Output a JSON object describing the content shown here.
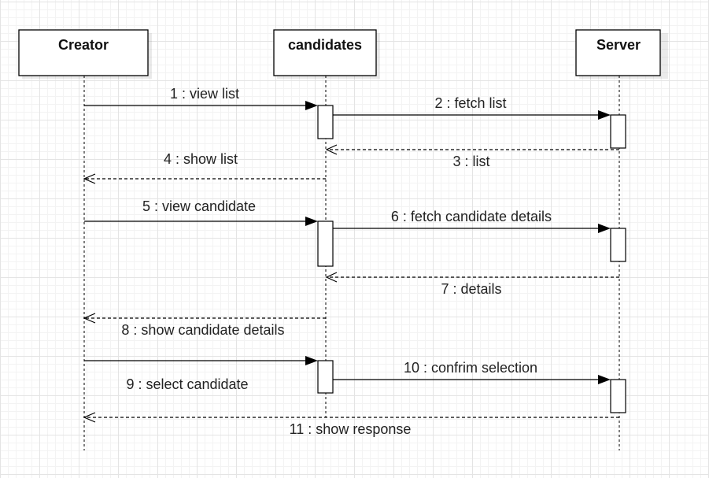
{
  "diagram": {
    "lifelines": [
      {
        "id": "creator",
        "title": "Creator"
      },
      {
        "id": "candidates",
        "title": "candidates"
      },
      {
        "id": "server",
        "title": "Server"
      }
    ],
    "messages": [
      {
        "label": "1 : view list",
        "from": "creator",
        "to": "candidates",
        "kind": "sync"
      },
      {
        "label": "2 : fetch list",
        "from": "candidates",
        "to": "server",
        "kind": "sync"
      },
      {
        "label": "3 : list",
        "from": "server",
        "to": "candidates",
        "kind": "return"
      },
      {
        "label": "4 : show list",
        "from": "candidates",
        "to": "creator",
        "kind": "return"
      },
      {
        "label": "5 : view candidate",
        "from": "creator",
        "to": "candidates",
        "kind": "sync"
      },
      {
        "label": "6 : fetch candidate details",
        "from": "candidates",
        "to": "server",
        "kind": "sync"
      },
      {
        "label": "7 : details",
        "from": "server",
        "to": "candidates",
        "kind": "return"
      },
      {
        "label": "8 : show candidate details",
        "from": "candidates",
        "to": "creator",
        "kind": "return"
      },
      {
        "label": "9 : select candidate",
        "from": "creator",
        "to": "candidates",
        "kind": "sync"
      },
      {
        "label": "10 : confrim selection",
        "from": "candidates",
        "to": "server",
        "kind": "sync"
      },
      {
        "label": "11 : show response",
        "from": "server",
        "to": "creator",
        "kind": "return"
      }
    ]
  }
}
